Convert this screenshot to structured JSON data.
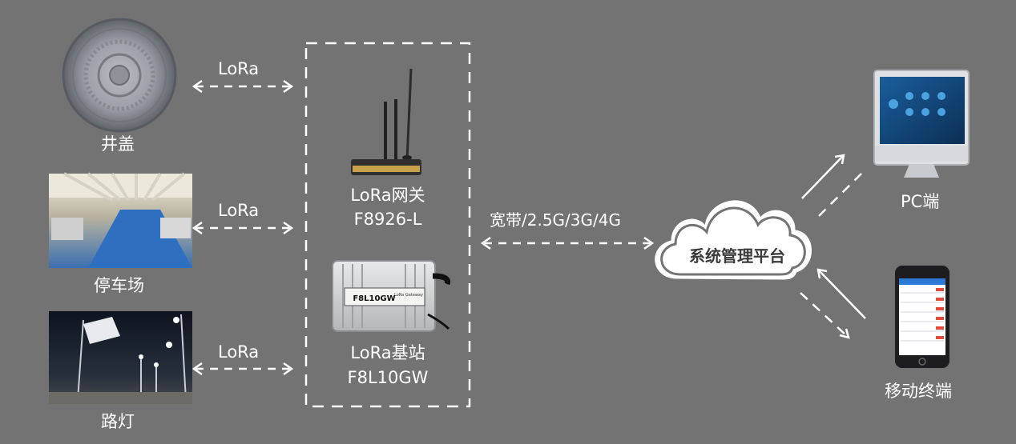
{
  "devices": {
    "manhole": {
      "caption": "井盖",
      "link_label": "LoRa"
    },
    "parking": {
      "caption": "停车场",
      "link_label": "LoRa"
    },
    "streetlight": {
      "caption": "路灯",
      "link_label": "LoRa"
    }
  },
  "gateway": {
    "name": "LoRa网关",
    "model": "F8926-L"
  },
  "base_station": {
    "name": "LoRa基站",
    "model": "F8L10GW",
    "plate_model": "F8L10GW",
    "plate_caption": "LoRa Gateway"
  },
  "uplink": {
    "label": "宽带/2.5G/3G/4G"
  },
  "platform": {
    "label": "系统管理平台"
  },
  "clients": {
    "pc": {
      "caption": "PC端"
    },
    "mobile": {
      "caption": "移动终端"
    }
  },
  "colors": {
    "background": "#737373",
    "line": "#ffffff",
    "cloud_fill": "#ffffff"
  },
  "icons": {
    "manhole": "manhole-cover-photo",
    "parking": "parking-garage-photo",
    "streetlight": "streetlight-photo",
    "gateway": "router-antenna-photo",
    "base_station": "outdoor-base-station-photo",
    "pc": "monitor-icon",
    "mobile": "smartphone-icon",
    "cloud": "cloud-icon"
  }
}
